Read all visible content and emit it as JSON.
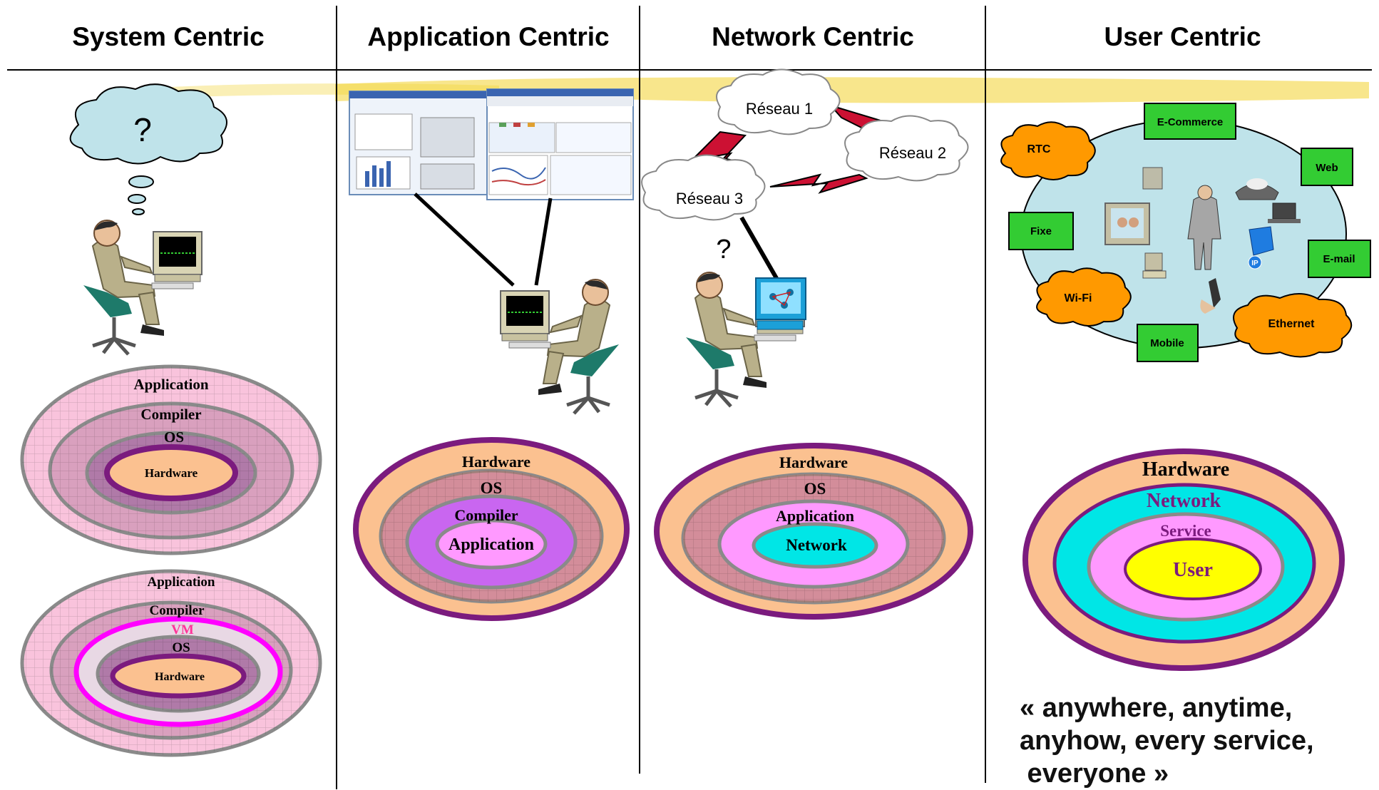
{
  "columns": [
    {
      "title": "System Centric"
    },
    {
      "title": "Application Centric"
    },
    {
      "title": "Network Centric"
    },
    {
      "title": "User Centric"
    }
  ],
  "system_centric": {
    "thought_mark": "?",
    "ellipse_top": {
      "layers": [
        "Application",
        "Compiler",
        "OS",
        "Hardware"
      ]
    },
    "ellipse_bottom": {
      "layers": [
        "Application",
        "Compiler",
        "VM",
        "OS",
        "Hardware"
      ]
    }
  },
  "application_centric": {
    "ellipse": {
      "layers": [
        "Hardware",
        "OS",
        "Compiler",
        "Application"
      ]
    }
  },
  "network_centric": {
    "clouds": [
      "Réseau 1",
      "Réseau 2",
      "Réseau 3"
    ],
    "question_mark": "?",
    "ellipse": {
      "layers": [
        "Hardware",
        "OS",
        "Application",
        "Network"
      ]
    }
  },
  "user_centric": {
    "green_boxes": [
      "E-Commerce",
      "Web",
      "E-mail",
      "Mobile",
      "Fixe"
    ],
    "orange_clouds": [
      "RTC",
      "Wi-Fi",
      "Ethernet"
    ],
    "ip_badge": "IP",
    "ellipse": {
      "layers": [
        "Hardware",
        "Network",
        "Service",
        "User"
      ]
    },
    "quote_lines": [
      "« anywhere, anytime,",
      "anyhow, every service,",
      " everyone »"
    ]
  },
  "colors": {
    "pink_outer": "#F9C3DC",
    "pink_mid": "#D9A0BE",
    "purple_inner": "#B07AA8",
    "peach": "#FBC190",
    "purple_ring": "#7B1B7E",
    "magenta": "#FF00FF",
    "violet": "#C966F0",
    "light_pink": "#FF99FF",
    "cyan": "#00E6E6",
    "yellow": "#FFFF00",
    "green_box": "#33CC33",
    "orange_cloud": "#FF9900",
    "sky": "#BFE3EA",
    "highlighter": "#F2D22E",
    "lightning": "#CC1133"
  }
}
